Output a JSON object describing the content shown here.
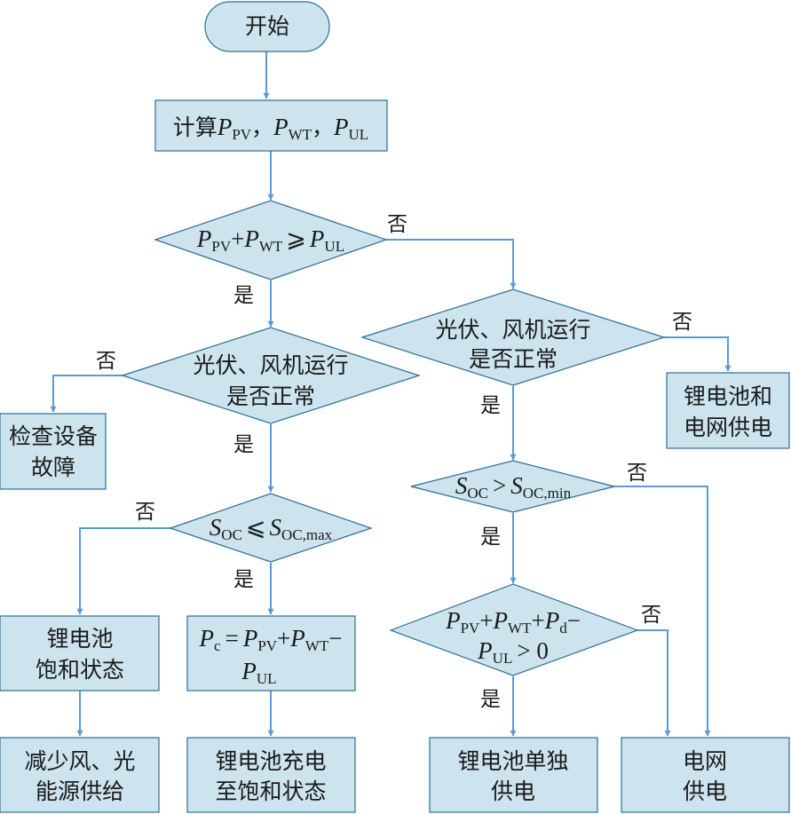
{
  "nodes": {
    "start": "开始",
    "calc": {
      "prefix": "计算",
      "P": "P",
      "PV": "PV",
      "WT": "WT",
      "UL": "UL",
      "sep": "，"
    },
    "d1": {
      "P": "P",
      "PV": "PV",
      "WT": "WT",
      "UL": "UL",
      "plus": "+",
      "ge": "⩾"
    },
    "d2": {
      "line1": "光伏、风机运行",
      "line2": "是否正常"
    },
    "d3": {
      "line1": "光伏、风机运行",
      "line2": "是否正常"
    },
    "check_fault": {
      "line1": "检查设备",
      "line2": "故障"
    },
    "d4": {
      "S": "S",
      "OC": "OC",
      "OCmax": "OC,max",
      "le": "⩽"
    },
    "d5": {
      "S": "S",
      "OC": "OC",
      "OCmin": "OC,min",
      "gt": ">"
    },
    "grid_battery": {
      "line1": "锂电池和",
      "line2": "电网供电"
    },
    "saturated": {
      "line1": "锂电池",
      "line2": "饱和状态"
    },
    "charge_calc": {
      "P": "P",
      "c": "c",
      "PV": "PV",
      "WT": "WT",
      "UL": "UL",
      "eq": "=",
      "plus": "+",
      "minus": "−"
    },
    "d6": {
      "P": "P",
      "PV": "PV",
      "WT": "WT",
      "d": "d",
      "UL": "UL",
      "plus": "+",
      "minus": "−",
      "gt0": "> 0"
    },
    "reduce": {
      "line1": "减少风、光",
      "line2": "能源供给"
    },
    "charge": {
      "line1": "锂电池充电",
      "line2": "至饱和状态"
    },
    "battery_only": {
      "line1": "锂电池单独",
      "line2": "供电"
    },
    "grid_only": {
      "line1": "电网",
      "line2": "供电"
    }
  },
  "labels": {
    "yes": "是",
    "no": "否"
  },
  "colors": {
    "node_fill": "#cde4ef",
    "node_stroke": "#2b6f94",
    "arrow": "#5b9bd5"
  }
}
